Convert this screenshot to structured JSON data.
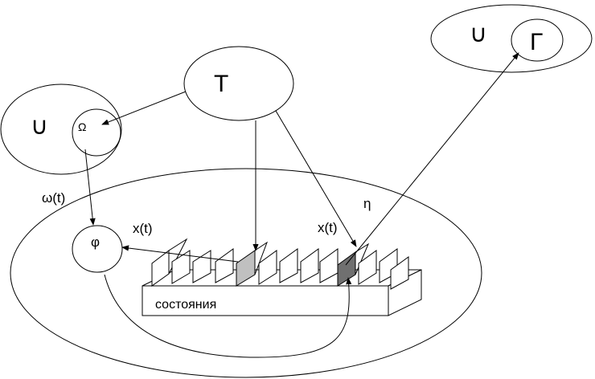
{
  "labels": {
    "union_left": "∪",
    "omega_small": "Ω",
    "t_node": "T",
    "union_right": "∪",
    "gamma": "Г",
    "omega_t": "ω(t)",
    "phi": "φ",
    "x_t_left": "x(t)",
    "x_t_right": "x(t)",
    "eta": "η",
    "states": "состояния"
  },
  "colors": {
    "stroke": "#000000",
    "fill_light": "#c0c0c0",
    "fill_dark": "#707070",
    "background": "#ffffff"
  }
}
